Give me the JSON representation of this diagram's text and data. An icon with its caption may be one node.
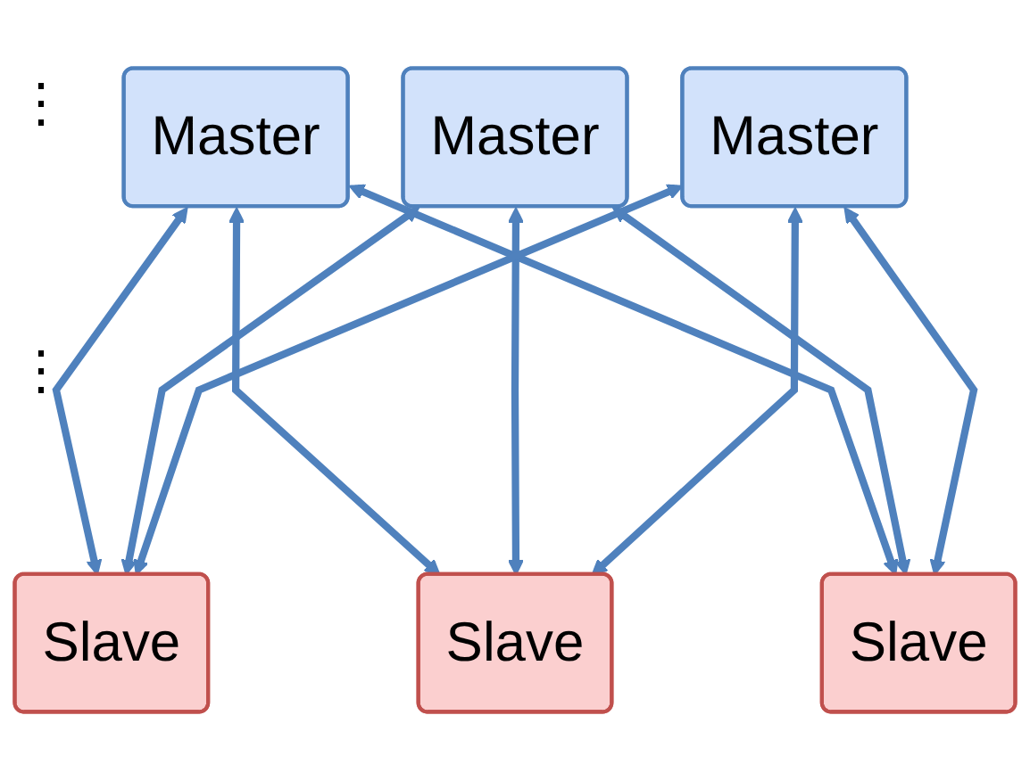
{
  "diagram": {
    "nodes": [
      {
        "text": [
          "Master"
        ]
      },
      {
        "text": [
          "Slave"
        ]
      },
      {
        "text": [
          "Master"
        ]
      },
      {
        "text": [
          "Slave"
        ]
      },
      {
        "text": [
          "Master"
        ]
      },
      {
        "text": [
          "Slave"
        ]
      }
    ],
    "edges": [
      {
        "from": 0,
        "to": 1,
        "arrow": "both"
      },
      {
        "from": 0,
        "to": 3,
        "arrow": "both"
      },
      {
        "from": 0,
        "to": 5,
        "arrow": "both"
      },
      {
        "from": 2,
        "to": 1,
        "arrow": "both"
      },
      {
        "from": 2,
        "to": 3,
        "arrow": "both"
      },
      {
        "from": 2,
        "to": 5,
        "arrow": "both"
      },
      {
        "from": 4,
        "to": 1,
        "arrow": "both"
      },
      {
        "from": 4,
        "to": 3,
        "arrow": "both"
      },
      {
        "from": 4,
        "to": 5,
        "arrow": "both"
      }
    ],
    "labels": [
      "⋮",
      "⋮"
    ]
  }
}
